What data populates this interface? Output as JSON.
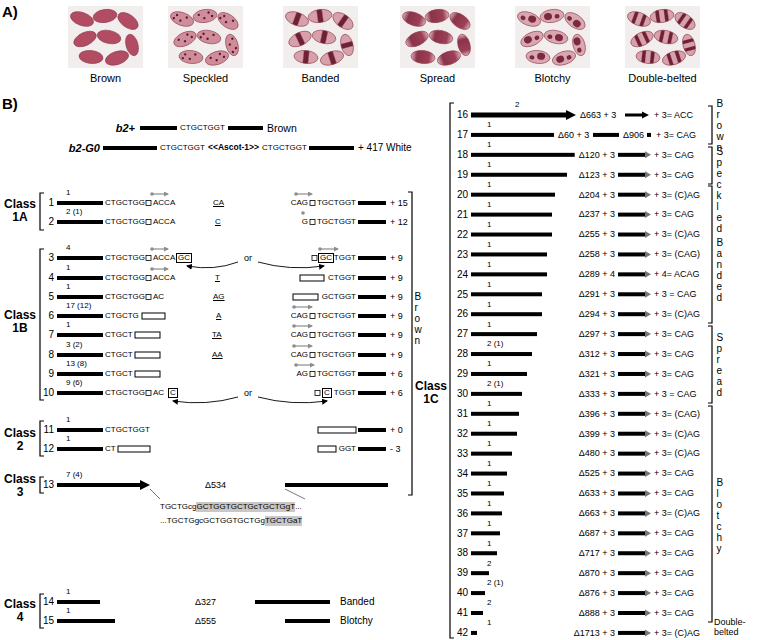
{
  "diagram": {
    "nodes": [
      {
        "text": [
          "Brown"
        ]
      },
      {
        "text": [
          "Speckled"
        ]
      },
      {
        "text": [
          "Banded"
        ]
      },
      {
        "text": [
          "Spread"
        ]
      },
      {
        "text": [
          "Blotchy"
        ]
      },
      {
        "text": [
          "Double-belted"
        ]
      }
    ],
    "labels": [
      "A)",
      "B)",
      "b2+",
      "CTGCTGGT",
      "Brown",
      "b2-G0",
      "CTGCTGGT",
      "<<Ascot-1>>",
      "CTGCTGGT",
      "+ 417 White",
      "Class 1A",
      "1",
      "1",
      "CTGCTGG",
      "ACCA",
      "CA",
      "CAG",
      "TGCTGGT",
      "+ 15",
      "2",
      "2 (1)",
      "CTGCTGG",
      "ACCA",
      "C",
      "G",
      "TGCTGGT",
      "+ 12",
      "Class 1B",
      "3",
      "4",
      "CTGCTGG",
      "ACCA",
      "GC",
      "or",
      "GC",
      "TGGT",
      "+ 9",
      "4",
      "1",
      "CTGCTGG",
      "ACCA",
      "T",
      "CTGGT",
      "+ 9",
      "5",
      "1",
      "CTGCTGG",
      "AC",
      "AG",
      "GCTGGT",
      "+ 9",
      "6",
      "17 (12)",
      "CTGCTG",
      "A",
      "CAG",
      "TGCTGGT",
      "+ 9",
      "7",
      "1",
      "CTGCT",
      "TA",
      "CAG",
      "TGCTGGT",
      "+ 9",
      "8",
      "3 (2)",
      "CTGCT",
      "AA",
      "CAG",
      "TGCTGGT",
      "+ 9",
      "9",
      "13 (8)",
      "CTGCT",
      "AG",
      "TGCTGGT",
      "+ 6",
      "10",
      "9 (6)",
      "CTGCTGG",
      "AC",
      "C",
      "or",
      "C",
      "TGGT",
      "+ 6",
      "Class 2",
      "11",
      "1",
      "CTGCTGGT",
      "+ 0",
      "12",
      "1",
      "CT",
      "GGT",
      "- 3",
      "Class 3",
      "13",
      "7 (4)",
      "Δ534",
      "TGCTGcg",
      "GCTGGTGCTGcTGCTGgT",
      "...",
      "...TGCTGgcGCTGGTGCTGg",
      "TGCTGaT",
      "Brown",
      "Class 4",
      "14",
      "1",
      "Δ327",
      "Banded",
      "15",
      "1",
      "Δ555",
      "Blotchy",
      "Class 1C",
      "16",
      "2",
      "Δ663 + 3",
      "+ 3= ACC",
      "17",
      "1",
      "Δ60 + 3",
      "Δ906",
      "+ 3= CAG",
      "18",
      "1",
      "Δ120 + 3",
      "+ 3= CAG",
      "19",
      "1",
      "Δ123 + 3",
      "+ 3= CAG",
      "20",
      "1",
      "Δ204 + 3",
      "+ 3= (C)AG",
      "21",
      "1",
      "Δ237 + 3",
      "+ 3= CAG",
      "22",
      "1",
      "Δ255 + 3",
      "+ 3= (C)AG",
      "23",
      "1",
      "Δ258 + 3",
      "+ 3= (CAG)",
      "24",
      "1",
      "Δ289 + 4",
      "+ 4= ACAG",
      "25",
      "1",
      "Δ291 + 3",
      "+ 3 = CAG",
      "26",
      "1",
      "Δ294 + 3",
      "+ 3= (C)AG",
      "27",
      "1",
      "Δ297 + 3",
      "+ 3= CAG",
      "28",
      "2 (1)",
      "Δ312 + 3",
      "+ 3= CAG",
      "29",
      "1",
      "Δ321 + 3",
      "+ 3= CAG",
      "30",
      "2 (1)",
      "Δ333 + 3",
      "+ 3 = CAG",
      "31",
      "1",
      "Δ396 + 3",
      "+ 3= (CAG)",
      "32",
      "1",
      "Δ399 + 3",
      "+ 3= (C)AG",
      "33",
      "1",
      "Δ480 + 3",
      "+ 3= (C)AG",
      "34",
      "1",
      "Δ525 + 3",
      "+ 3= CAG",
      "35",
      "1",
      "Δ633 + 3",
      "+ 3= CAG",
      "36",
      "1",
      "Δ663 + 3",
      "+ 3= (C)AG",
      "37",
      "1",
      "Δ687 + 3",
      "+ 3= CAG",
      "38",
      "1",
      "Δ717 + 3",
      "+ 3= CAG",
      "39",
      "2",
      "Δ870 + 3",
      "+ 3= CAG",
      "40",
      "2 (1)",
      "Δ876 + 3",
      "+ 3= CAG",
      "41",
      "2",
      "Δ888 + 3",
      "+ 3= CAG",
      "42",
      "1",
      "Δ1713 + 3",
      "+ 3= (C)AG",
      "Brown",
      "Speckled",
      "Banded",
      "Spread",
      "Blotchy",
      "Double-belted"
    ]
  }
}
